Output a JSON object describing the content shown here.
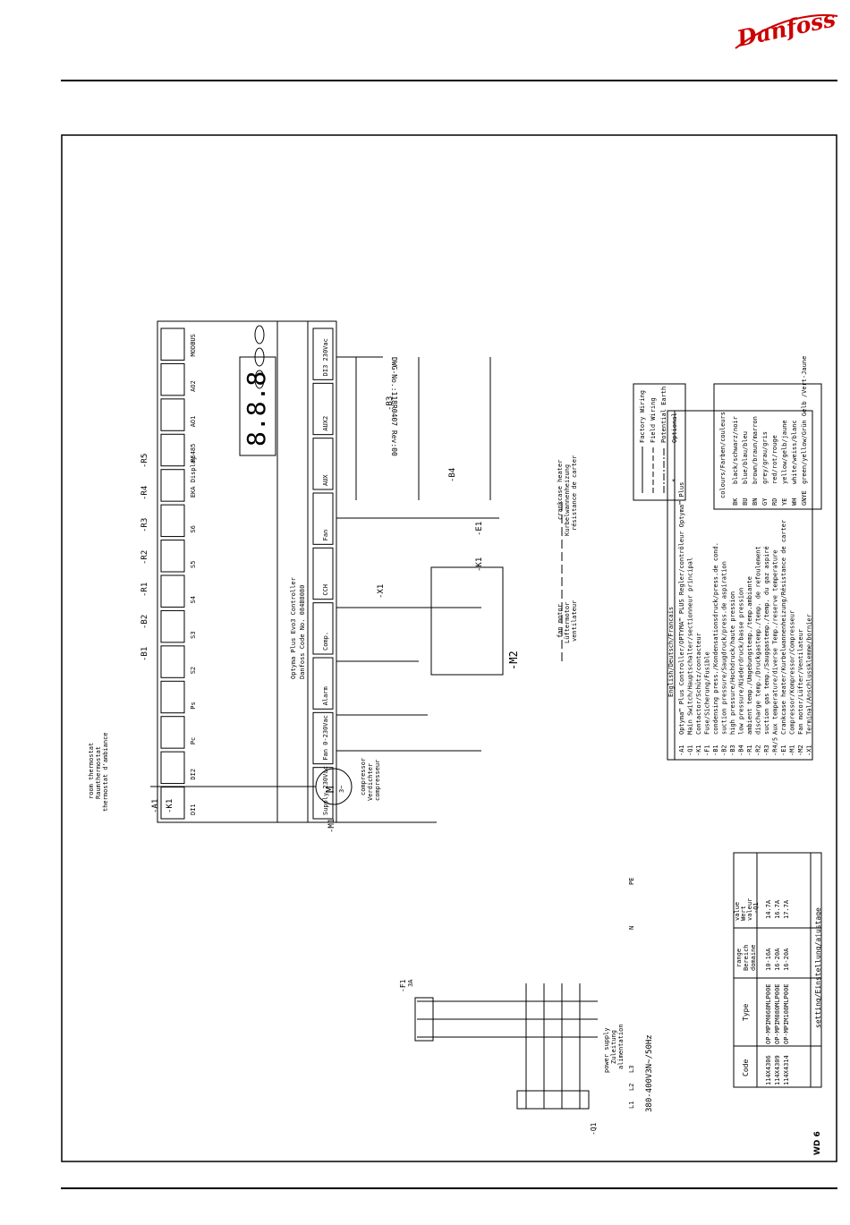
{
  "header": {
    "brand": "Danfoss"
  },
  "drawing": {
    "dwg_no": "DWG-No.:118R0407 Rev:00",
    "page_code": "WD 6",
    "supply": {
      "rating": "380-400V3N~/50Hz",
      "lines": [
        "power supply",
        "Zuleitung",
        "alimentation"
      ],
      "terminals": [
        "L1",
        "L2",
        "L3",
        "N",
        "PE"
      ]
    },
    "room_thermostat": [
      "room thermostat",
      "Raumthermostat",
      "thermostat d'ambiance"
    ],
    "compressor_label": [
      "compressor",
      "Verdichter",
      "compresseur"
    ],
    "fan_motor_label": [
      "fan motor",
      "Lüftermotor",
      "ventilateur"
    ],
    "crankcase_label": [
      "crankcase heater",
      "Kurbelwannenheizung",
      "résistance de carter"
    ],
    "fuse": {
      "ref": "-F1",
      "rating": "3A"
    },
    "main_switch": "-Q1",
    "contactor": "-K1",
    "motor": {
      "ref": "-M1",
      "symbol": "M",
      "phase": "3~"
    },
    "controller": {
      "name": "Optyma Plus Evo3 Controller",
      "code": "Danfoss Code No. 084B8080",
      "blocks": [
        "DI1",
        "DI2",
        "Pc",
        "Ps",
        "S2",
        "S3",
        "S4",
        "S5",
        "S6",
        "EKA Display",
        "RS485",
        "AO1",
        "AO2",
        "MODBUS"
      ],
      "outputs": [
        "Supply 230Vac",
        "Fan 0-230Vac",
        "Alarm",
        "Comp.",
        "CCH",
        "Fan",
        "AUX",
        "AUX2",
        "DI3 230Vac"
      ]
    },
    "sensors": [
      "-B1",
      "-B2",
      "-R1",
      "-R2",
      "-R3",
      "-R4",
      "-R5",
      "-B3",
      "-B4",
      "-E1",
      "-K1",
      "-M2",
      "-A1",
      "-X1"
    ],
    "wire_colors": [
      "BK",
      "BN",
      "GY",
      "BU",
      "RD",
      "WH",
      "GNYE"
    ]
  },
  "legend": {
    "line_types": [
      "Factory Wiring",
      "Field Wiring",
      "Potential Earth",
      "Optional"
    ],
    "colours_title": "colours/Farben/couleurs",
    "colours": [
      {
        "code": "BK",
        "name": "black/schwarz/noir"
      },
      {
        "code": "BU",
        "name": "blue/blau/bleu"
      },
      {
        "code": "BN",
        "name": "brown/braun/marron"
      },
      {
        "code": "GY",
        "name": "grey/grau/gris"
      },
      {
        "code": "RD",
        "name": "red/rot/rouge"
      },
      {
        "code": "YE",
        "name": "yellow/gelb/jaune"
      },
      {
        "code": "WH",
        "name": "white/weiss/blanc"
      },
      {
        "code": "GNYE",
        "name": "green/yellow/Grün Gelb /Vert-Jaune"
      }
    ]
  },
  "components_table": {
    "title": "English/Deutsch/Francais",
    "rows": [
      {
        "ref": "-A1",
        "desc": "Optyma™ Plus Controller/OPTYMA™ PLUS Regler/contrôleur Optyma™ Plus"
      },
      {
        "ref": "-Q1",
        "desc": "Main Switch/Hauptschalter/sectionneur principal"
      },
      {
        "ref": "-K1",
        "desc": "Contactor/Schütz/contacteur"
      },
      {
        "ref": "-F1",
        "desc": "Fuse/Sicherung/Fusible"
      },
      {
        "ref": "-B1",
        "desc": "condensing press./Kondensationsdruck/press.de cond."
      },
      {
        "ref": "-B2",
        "desc": "suction pressure/Saugdruck/press.de aspiration"
      },
      {
        "ref": "-B3",
        "desc": "high pressure/Hochdruck/haute pression"
      },
      {
        "ref": "-B4",
        "desc": "low pressure/Niederdruck/basse pression"
      },
      {
        "ref": "-R1",
        "desc": "ambient temp./Umgebungstemp./temp.ambiante"
      },
      {
        "ref": "-R2",
        "desc": "discharge temp./Druckgastemp./temp. de refoulement"
      },
      {
        "ref": "-R3",
        "desc": "suction gas temp./Sauggastemp./temp. du gaz aspiré"
      },
      {
        "ref": "-R4/5",
        "desc": "Aux temperature/diverse Temp./reserve temperature"
      },
      {
        "ref": "-E1",
        "desc": "Crankcase heater/Kurbelwannenheizung/Résistance de carter"
      },
      {
        "ref": "-M1",
        "desc": "Compressor/Kompressor/Compresseur"
      },
      {
        "ref": "-M2",
        "desc": "Fan motor/Lüfter/Ventilateur"
      },
      {
        "ref": "-X1",
        "desc": "Terminal/Anschlussklemme/bornier"
      }
    ]
  },
  "settings_table": {
    "title": "setting/Einstellung/ajustage",
    "headers": {
      "code": "Code",
      "type": "Type",
      "range": [
        "range",
        "Bereich",
        "domaine"
      ],
      "value": [
        "value",
        "Wert",
        "valeur",
        "-Q1"
      ]
    },
    "rows": [
      {
        "code": "114X4306",
        "type": "OP-MPIM068MLP00E",
        "range": "10-16A",
        "value": "14.7A"
      },
      {
        "code": "114X4309",
        "type": "OP-MPIM080MLP00E",
        "range": "16-20A",
        "value": "16.7A"
      },
      {
        "code": "114X4314",
        "type": "OP-MPIM108MLP00E",
        "range": "16-20A",
        "value": "17.7A"
      }
    ]
  }
}
